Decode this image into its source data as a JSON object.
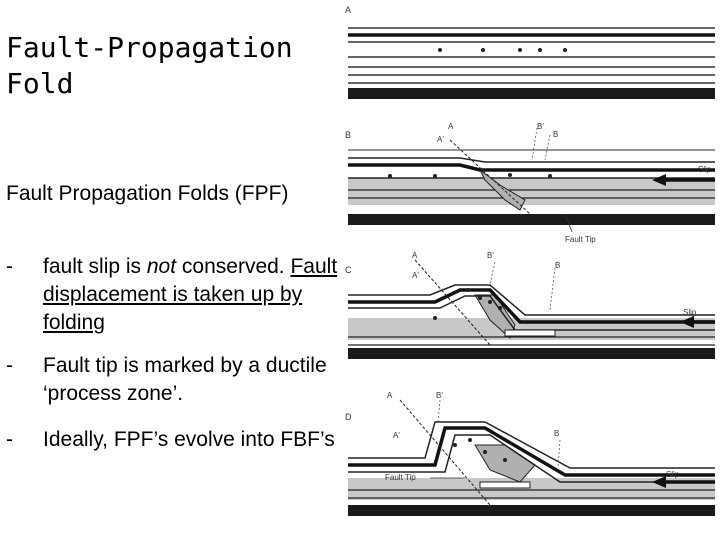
{
  "title": "Fault-Propagation Fold",
  "subhead": "Fault Propagation Folds (FPF)",
  "bullets": [
    {
      "dash": "-",
      "part1": "fault slip is ",
      "emphasis": "not",
      "part2": " conserved.",
      "underlined": "Fault displacement is taken up by folding"
    },
    {
      "dash": "-",
      "text": "Fault tip is marked by a ductile ‘process zone’."
    },
    {
      "dash": "-",
      "text": "Ideally, FPF’s evolve into FBF’s"
    }
  ],
  "diagram": {
    "panel_labels": [
      "A",
      "B",
      "C",
      "D"
    ],
    "point_labels": {
      "A": "A",
      "A_prime": "A'",
      "B": "B",
      "B_prime": "B'"
    },
    "slip_label": "Slip",
    "fault_tip_label": "Fault Tip"
  }
}
